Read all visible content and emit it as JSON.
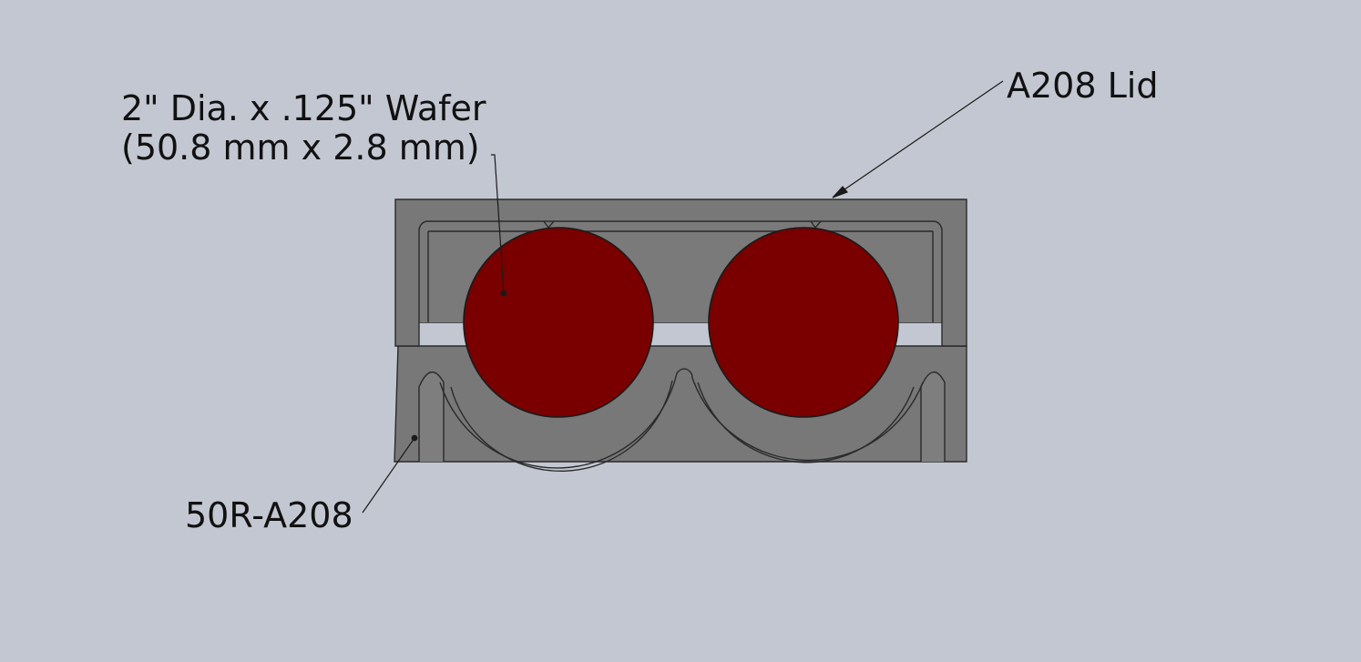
{
  "callouts": {
    "wafer_line1": "2\" Dia. x .125\" Wafer",
    "wafer_line2": "(50.8 mm x 2.8 mm)",
    "lid": "A208 Lid",
    "base": "50R-A208"
  },
  "colors": {
    "background": "#c3c7d2",
    "body_gray": "#787878",
    "edge": "#2a2a2a",
    "wafer_red": "#7a0000",
    "leader": "#1a1a1a"
  }
}
